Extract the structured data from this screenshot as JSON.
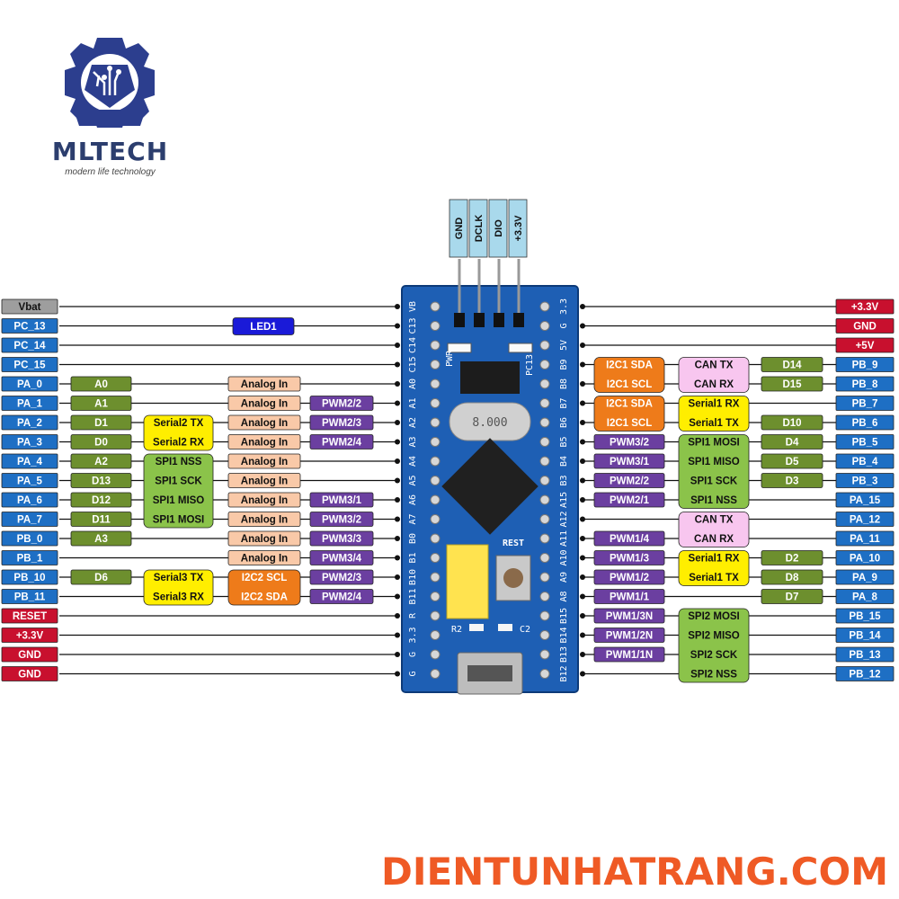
{
  "branding": {
    "name": "MLTECH",
    "tagline": "modern life technology",
    "website": "DIENTUNHATRANG.COM"
  },
  "colors": {
    "vbat": "#9e9e9e",
    "power": "#c8102e",
    "pin": "#1e6fc4",
    "arduino": "#6d8f2e",
    "analog": "#f9c9a8",
    "pwm": "#6b3fa0",
    "serial": "#ffee00",
    "spi": "#8bc34a",
    "i2c": "#ee7b1a",
    "can": "#f8c6ef",
    "led": "#1a1ad8",
    "swd": "#a9d9ec",
    "board": "#1e5fb4"
  },
  "swd_header": [
    "GND",
    "DCLK",
    "DIO",
    "+3.3V"
  ],
  "led_label": "LED1",
  "board": {
    "reset_label": "REST",
    "left_silk": [
      "VB",
      "C13",
      "C14",
      "C15",
      "A0",
      "A1",
      "A2",
      "A3",
      "A4",
      "A5",
      "A6",
      "A7",
      "B0",
      "B1",
      "B10",
      "B11",
      "R",
      "3.3",
      "G",
      "G"
    ],
    "right_silk": [
      "3.3",
      "G",
      "5V",
      "B9",
      "B8",
      "B7",
      "B6",
      "B5",
      "B4",
      "B3",
      "A15",
      "A12",
      "A11",
      "A10",
      "A9",
      "A8",
      "B15",
      "B14",
      "B13",
      "B12"
    ],
    "crystal": "8.000",
    "r2": "R2",
    "c2": "C2",
    "pwr": "PWR",
    "pc13": "PC13"
  },
  "left_pins": [
    {
      "pin": "Vbat",
      "color": "vbat"
    },
    {
      "pin": "PC_13",
      "color": "pin"
    },
    {
      "pin": "PC_14",
      "color": "pin"
    },
    {
      "pin": "PC_15",
      "color": "pin"
    },
    {
      "pin": "PA_0",
      "color": "pin"
    },
    {
      "pin": "PA_1",
      "color": "pin"
    },
    {
      "pin": "PA_2",
      "color": "pin"
    },
    {
      "pin": "PA_3",
      "color": "pin"
    },
    {
      "pin": "PA_4",
      "color": "pin"
    },
    {
      "pin": "PA_5",
      "color": "pin"
    },
    {
      "pin": "PA_6",
      "color": "pin"
    },
    {
      "pin": "PA_7",
      "color": "pin"
    },
    {
      "pin": "PB_0",
      "color": "pin"
    },
    {
      "pin": "PB_1",
      "color": "pin"
    },
    {
      "pin": "PB_10",
      "color": "pin"
    },
    {
      "pin": "PB_11",
      "color": "pin"
    },
    {
      "pin": "RESET",
      "color": "power"
    },
    {
      "pin": "+3.3V",
      "color": "power"
    },
    {
      "pin": "GND",
      "color": "power"
    },
    {
      "pin": "GND",
      "color": "power"
    }
  ],
  "right_pins": [
    {
      "pin": "+3.3V",
      "color": "power"
    },
    {
      "pin": "GND",
      "color": "power"
    },
    {
      "pin": "+5V",
      "color": "power"
    },
    {
      "pin": "PB_9",
      "color": "pin"
    },
    {
      "pin": "PB_8",
      "color": "pin"
    },
    {
      "pin": "PB_7",
      "color": "pin"
    },
    {
      "pin": "PB_6",
      "color": "pin"
    },
    {
      "pin": "PB_5",
      "color": "pin"
    },
    {
      "pin": "PB_4",
      "color": "pin"
    },
    {
      "pin": "PB_3",
      "color": "pin"
    },
    {
      "pin": "PA_15",
      "color": "pin"
    },
    {
      "pin": "PA_12",
      "color": "pin"
    },
    {
      "pin": "PA_11",
      "color": "pin"
    },
    {
      "pin": "PA_10",
      "color": "pin"
    },
    {
      "pin": "PA_9",
      "color": "pin"
    },
    {
      "pin": "PA_8",
      "color": "pin"
    },
    {
      "pin": "PB_15",
      "color": "pin"
    },
    {
      "pin": "PB_14",
      "color": "pin"
    },
    {
      "pin": "PB_13",
      "color": "pin"
    },
    {
      "pin": "PB_12",
      "color": "pin"
    }
  ],
  "left_labels": [
    {
      "row": 4,
      "col": "arduino",
      "text": "A0",
      "color": "arduino"
    },
    {
      "row": 5,
      "col": "arduino",
      "text": "A1",
      "color": "arduino"
    },
    {
      "row": 6,
      "col": "arduino",
      "text": "D1",
      "color": "arduino"
    },
    {
      "row": 7,
      "col": "arduino",
      "text": "D0",
      "color": "arduino"
    },
    {
      "row": 8,
      "col": "arduino",
      "text": "A2",
      "color": "arduino"
    },
    {
      "row": 9,
      "col": "arduino",
      "text": "D13",
      "color": "arduino"
    },
    {
      "row": 10,
      "col": "arduino",
      "text": "D12",
      "color": "arduino"
    },
    {
      "row": 11,
      "col": "arduino",
      "text": "D11",
      "color": "arduino"
    },
    {
      "row": 12,
      "col": "arduino",
      "text": "A3",
      "color": "arduino"
    },
    {
      "row": 14,
      "col": "arduino",
      "text": "D6",
      "color": "arduino"
    },
    {
      "row": 4,
      "col": "analog",
      "text": "Analog In",
      "color": "analog"
    },
    {
      "row": 5,
      "col": "analog",
      "text": "Analog In",
      "color": "analog"
    },
    {
      "row": 6,
      "col": "analog",
      "text": "Analog In",
      "color": "analog"
    },
    {
      "row": 7,
      "col": "analog",
      "text": "Analog In",
      "color": "analog"
    },
    {
      "row": 8,
      "col": "analog",
      "text": "Analog In",
      "color": "analog"
    },
    {
      "row": 9,
      "col": "analog",
      "text": "Analog In",
      "color": "analog"
    },
    {
      "row": 10,
      "col": "analog",
      "text": "Analog In",
      "color": "analog"
    },
    {
      "row": 11,
      "col": "analog",
      "text": "Analog In",
      "color": "analog"
    },
    {
      "row": 12,
      "col": "analog",
      "text": "Analog In",
      "color": "analog"
    },
    {
      "row": 13,
      "col": "analog",
      "text": "Analog In",
      "color": "analog"
    },
    {
      "row": 5,
      "col": "pwm",
      "text": "PWM2/2",
      "color": "pwm"
    },
    {
      "row": 6,
      "col": "pwm",
      "text": "PWM2/3",
      "color": "pwm"
    },
    {
      "row": 7,
      "col": "pwm",
      "text": "PWM2/4",
      "color": "pwm"
    },
    {
      "row": 10,
      "col": "pwm",
      "text": "PWM3/1",
      "color": "pwm"
    },
    {
      "row": 11,
      "col": "pwm",
      "text": "PWM3/2",
      "color": "pwm"
    },
    {
      "row": 12,
      "col": "pwm",
      "text": "PWM3/3",
      "color": "pwm"
    },
    {
      "row": 13,
      "col": "pwm",
      "text": "PWM3/4",
      "color": "pwm"
    },
    {
      "row": 14,
      "col": "pwm",
      "text": "PWM2/3",
      "color": "pwm"
    },
    {
      "row": 15,
      "col": "pwm",
      "text": "PWM2/4",
      "color": "pwm"
    }
  ],
  "left_groups": [
    {
      "start": 6,
      "col": "func",
      "color": "serial",
      "lines": [
        "Serial2 TX",
        "Serial2 RX"
      ]
    },
    {
      "start": 8,
      "col": "func",
      "color": "spi",
      "lines": [
        "SPI1 NSS",
        "SPI1 SCK",
        "SPI1 MISO",
        "SPI1 MOSI"
      ]
    },
    {
      "start": 14,
      "col": "func",
      "color": "serial",
      "lines": [
        "Serial3 TX",
        "Serial3 RX"
      ]
    },
    {
      "start": 14,
      "col": "analog",
      "color": "i2c",
      "lines": [
        "I2C2  SCL",
        "I2C2  SDA"
      ]
    }
  ],
  "right_labels": [
    {
      "row": 3,
      "col": "dnum",
      "text": "D14",
      "color": "arduino"
    },
    {
      "row": 4,
      "col": "dnum",
      "text": "D15",
      "color": "arduino"
    },
    {
      "row": 6,
      "col": "dnum",
      "text": "D10",
      "color": "arduino"
    },
    {
      "row": 7,
      "col": "dnum",
      "text": "D4",
      "color": "arduino"
    },
    {
      "row": 8,
      "col": "dnum",
      "text": "D5",
      "color": "arduino"
    },
    {
      "row": 9,
      "col": "dnum",
      "text": "D3",
      "color": "arduino"
    },
    {
      "row": 13,
      "col": "dnum",
      "text": "D2",
      "color": "arduino"
    },
    {
      "row": 14,
      "col": "dnum",
      "text": "D8",
      "color": "arduino"
    },
    {
      "row": 15,
      "col": "dnum",
      "text": "D7",
      "color": "arduino"
    },
    {
      "row": 7,
      "col": "pwm",
      "text": "PWM3/2",
      "color": "pwm"
    },
    {
      "row": 8,
      "col": "pwm",
      "text": "PWM3/1",
      "color": "pwm"
    },
    {
      "row": 9,
      "col": "pwm",
      "text": "PWM2/2",
      "color": "pwm"
    },
    {
      "row": 10,
      "col": "pwm",
      "text": "PWM2/1",
      "color": "pwm"
    },
    {
      "row": 12,
      "col": "pwm",
      "text": "PWM1/4",
      "color": "pwm"
    },
    {
      "row": 13,
      "col": "pwm",
      "text": "PWM1/3",
      "color": "pwm"
    },
    {
      "row": 14,
      "col": "pwm",
      "text": "PWM1/2",
      "color": "pwm"
    },
    {
      "row": 15,
      "col": "pwm",
      "text": "PWM1/1",
      "color": "pwm"
    },
    {
      "row": 16,
      "col": "pwm",
      "text": "PWM1/3N",
      "color": "pwm"
    },
    {
      "row": 17,
      "col": "pwm",
      "text": "PWM1/2N",
      "color": "pwm"
    },
    {
      "row": 18,
      "col": "pwm",
      "text": "PWM1/1N",
      "color": "pwm"
    }
  ],
  "right_groups": [
    {
      "start": 3,
      "col": "pwm",
      "color": "i2c",
      "lines": [
        "I2C1  SDA",
        "I2C1  SCL"
      ]
    },
    {
      "start": 5,
      "col": "pwm",
      "color": "i2c",
      "lines": [
        "I2C1  SDA",
        "I2C1  SCL"
      ]
    },
    {
      "start": 3,
      "col": "func",
      "color": "can",
      "lines": [
        "CAN TX",
        "CAN RX"
      ]
    },
    {
      "start": 5,
      "col": "func",
      "color": "serial",
      "lines": [
        "Serial1 RX",
        "Serial1 TX"
      ]
    },
    {
      "start": 7,
      "col": "func",
      "color": "spi",
      "lines": [
        "SPI1 MOSI",
        "SPI1 MISO",
        "SPI1 SCK",
        "SPI1 NSS"
      ]
    },
    {
      "start": 11,
      "col": "func",
      "color": "can",
      "lines": [
        "CAN TX",
        "CAN RX"
      ]
    },
    {
      "start": 13,
      "col": "func",
      "color": "serial",
      "lines": [
        "Serial1 RX",
        "Serial1 TX"
      ]
    },
    {
      "start": 16,
      "col": "func",
      "color": "spi",
      "lines": [
        "SPI2 MOSI",
        "SPI2 MISO",
        "SPI2 SCK",
        "SPI2 NSS"
      ]
    }
  ]
}
